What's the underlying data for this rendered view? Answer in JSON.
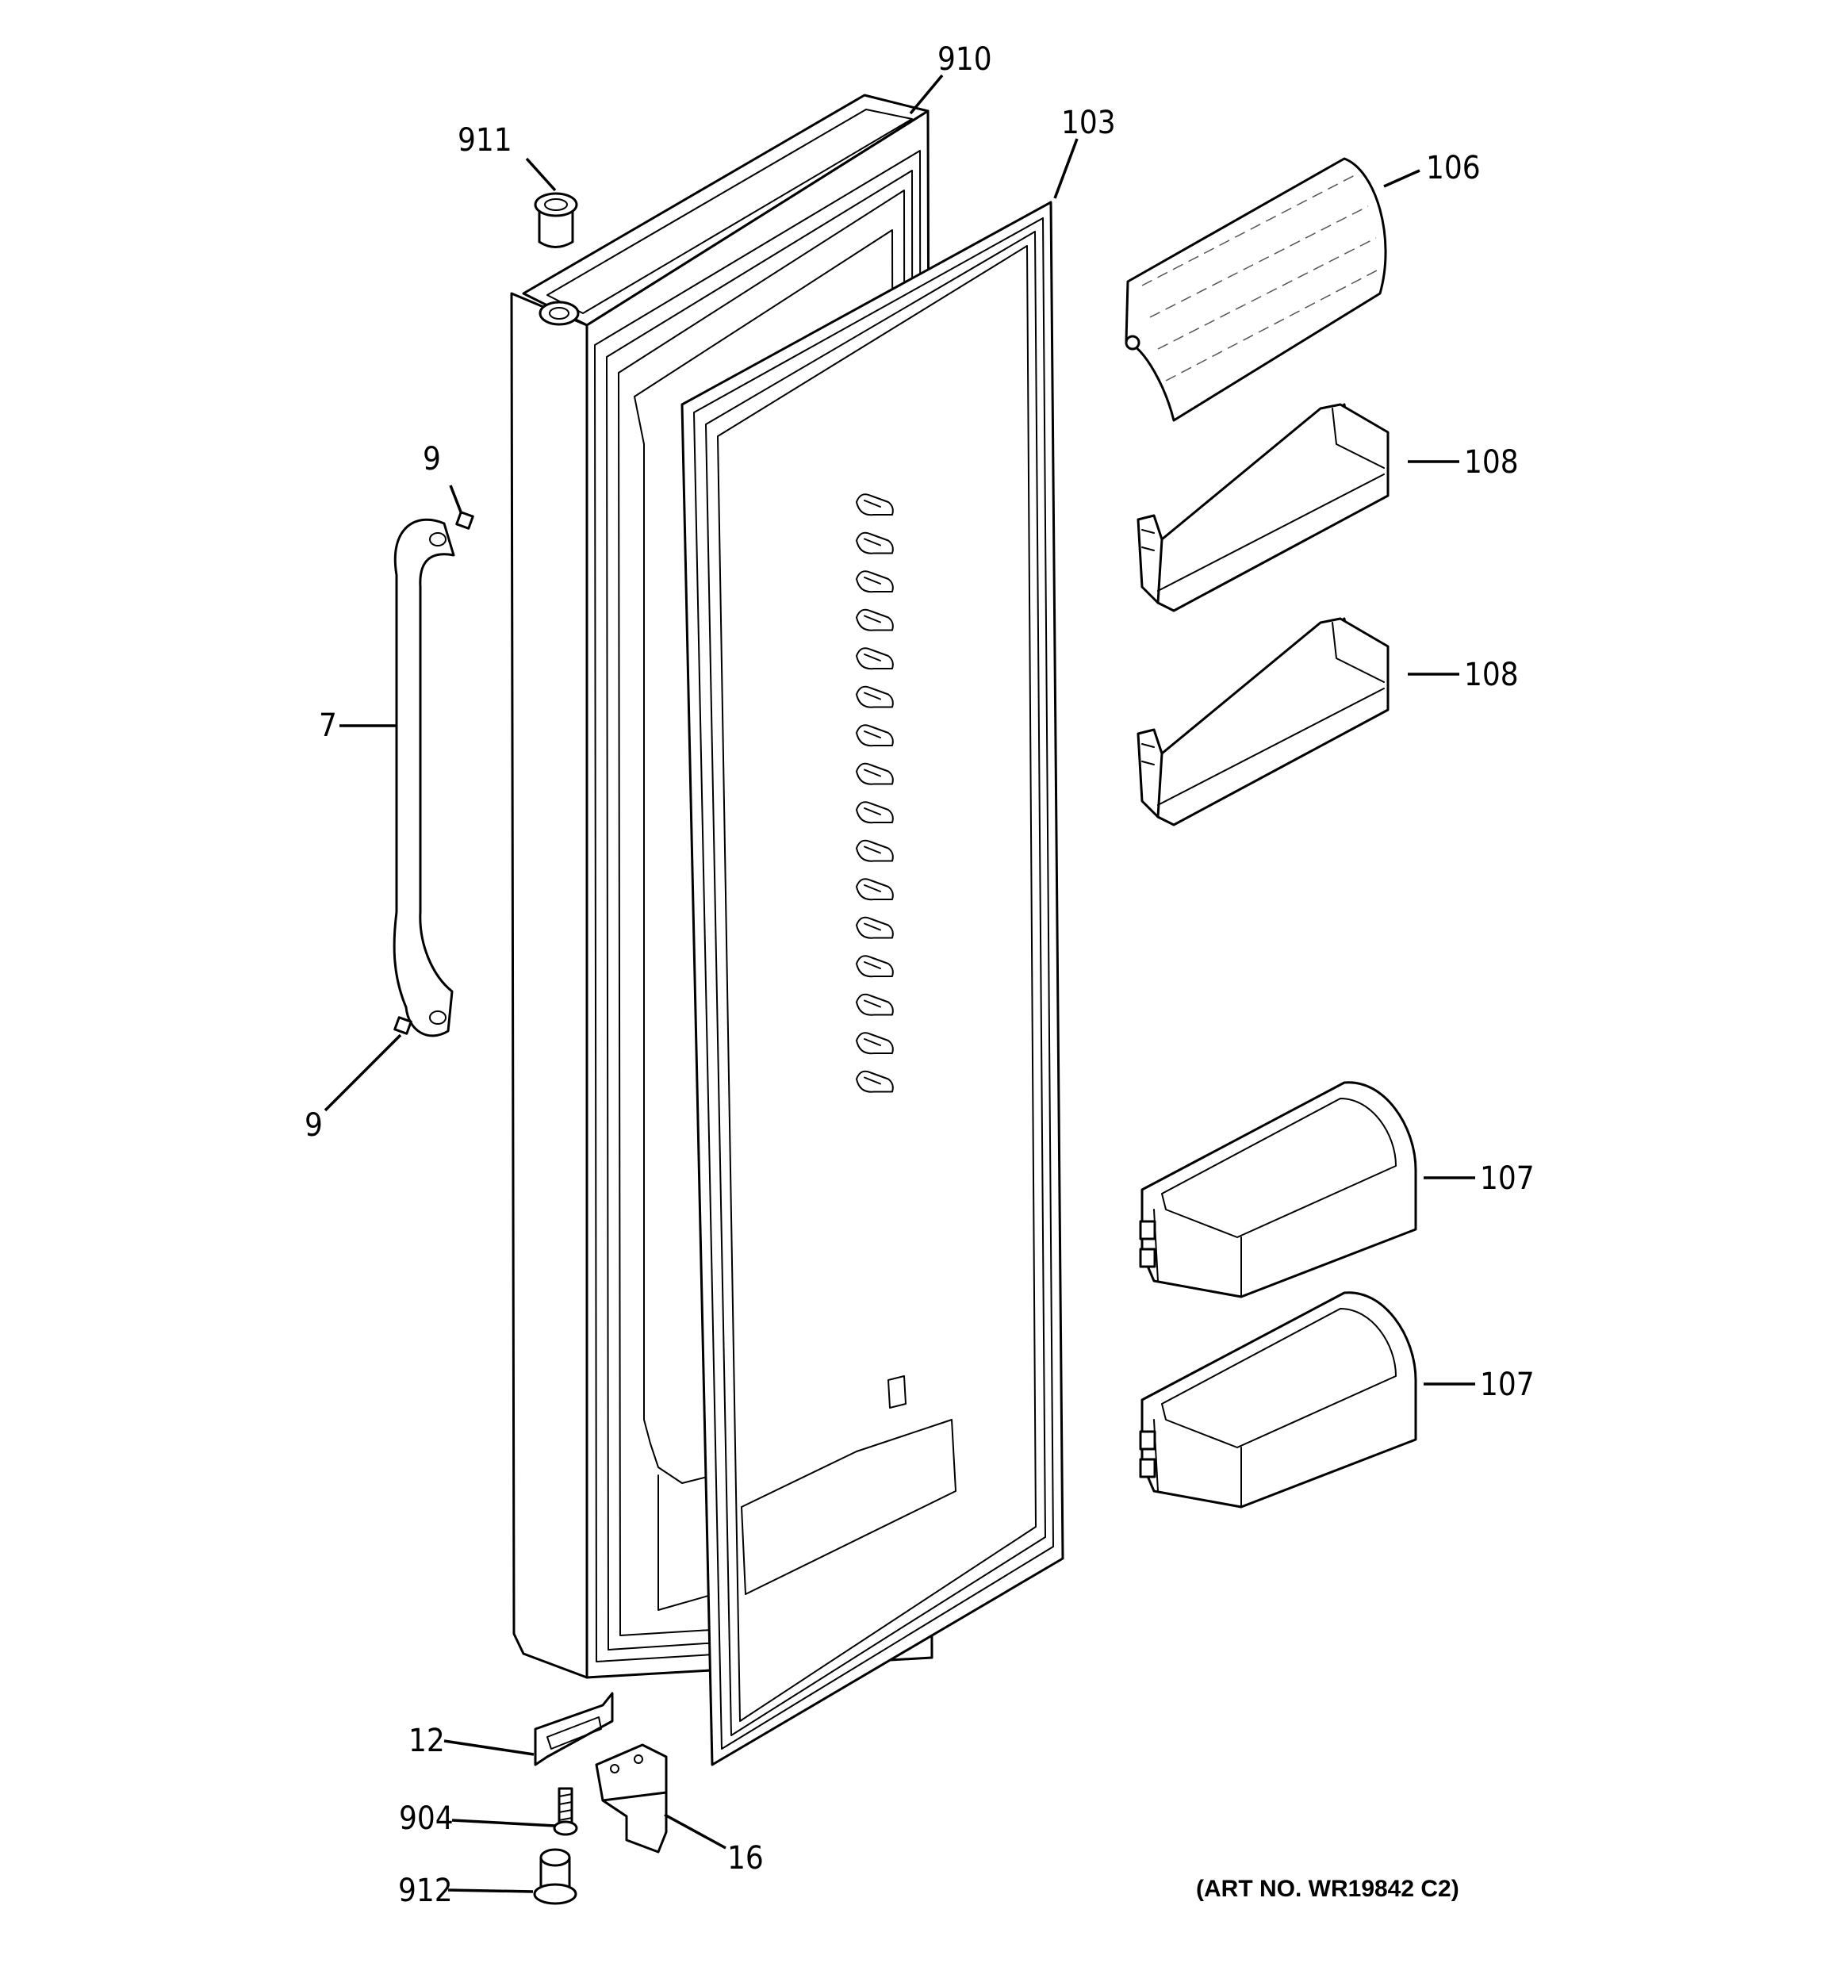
{
  "callouts": [
    {
      "id": "910",
      "text": "910"
    },
    {
      "id": "911",
      "text": "911"
    },
    {
      "id": "103",
      "text": "103"
    },
    {
      "id": "106",
      "text": "106"
    },
    {
      "id": "108a",
      "text": "108"
    },
    {
      "id": "108b",
      "text": "108"
    },
    {
      "id": "9a",
      "text": "9"
    },
    {
      "id": "7",
      "text": "7"
    },
    {
      "id": "9b",
      "text": "9"
    },
    {
      "id": "107a",
      "text": "107"
    },
    {
      "id": "107b",
      "text": "107"
    },
    {
      "id": "12",
      "text": "12"
    },
    {
      "id": "904",
      "text": "904"
    },
    {
      "id": "16",
      "text": "16"
    },
    {
      "id": "912",
      "text": "912"
    }
  ],
  "art_number": "(ART NO. WR19842 C2)"
}
